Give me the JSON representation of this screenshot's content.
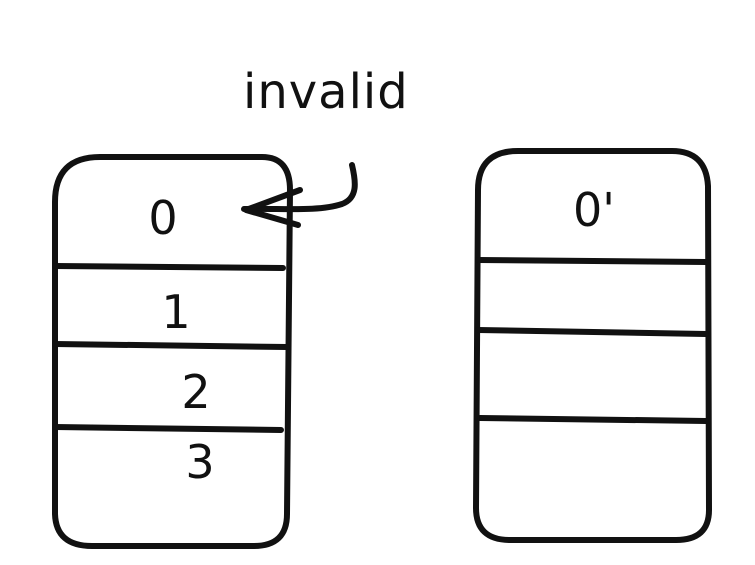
{
  "annotation": {
    "text": "invalid"
  },
  "left_block": {
    "cells": [
      "0",
      "1",
      "2",
      "3"
    ]
  },
  "right_block": {
    "cells": [
      "0'",
      "",
      "",
      ""
    ]
  },
  "colors": {
    "ink": "#111111",
    "background": "#ffffff"
  }
}
